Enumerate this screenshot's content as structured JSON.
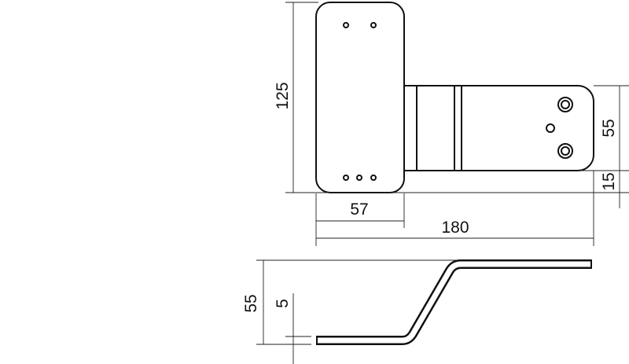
{
  "dimensions": {
    "plate_height": "125",
    "plate_width": "57",
    "overall_length": "180",
    "arm_width": "55",
    "arm_offset": "15",
    "side_height": "55",
    "thickness": "5"
  },
  "colors": {
    "line": "#111111",
    "background": "#ffffff"
  }
}
